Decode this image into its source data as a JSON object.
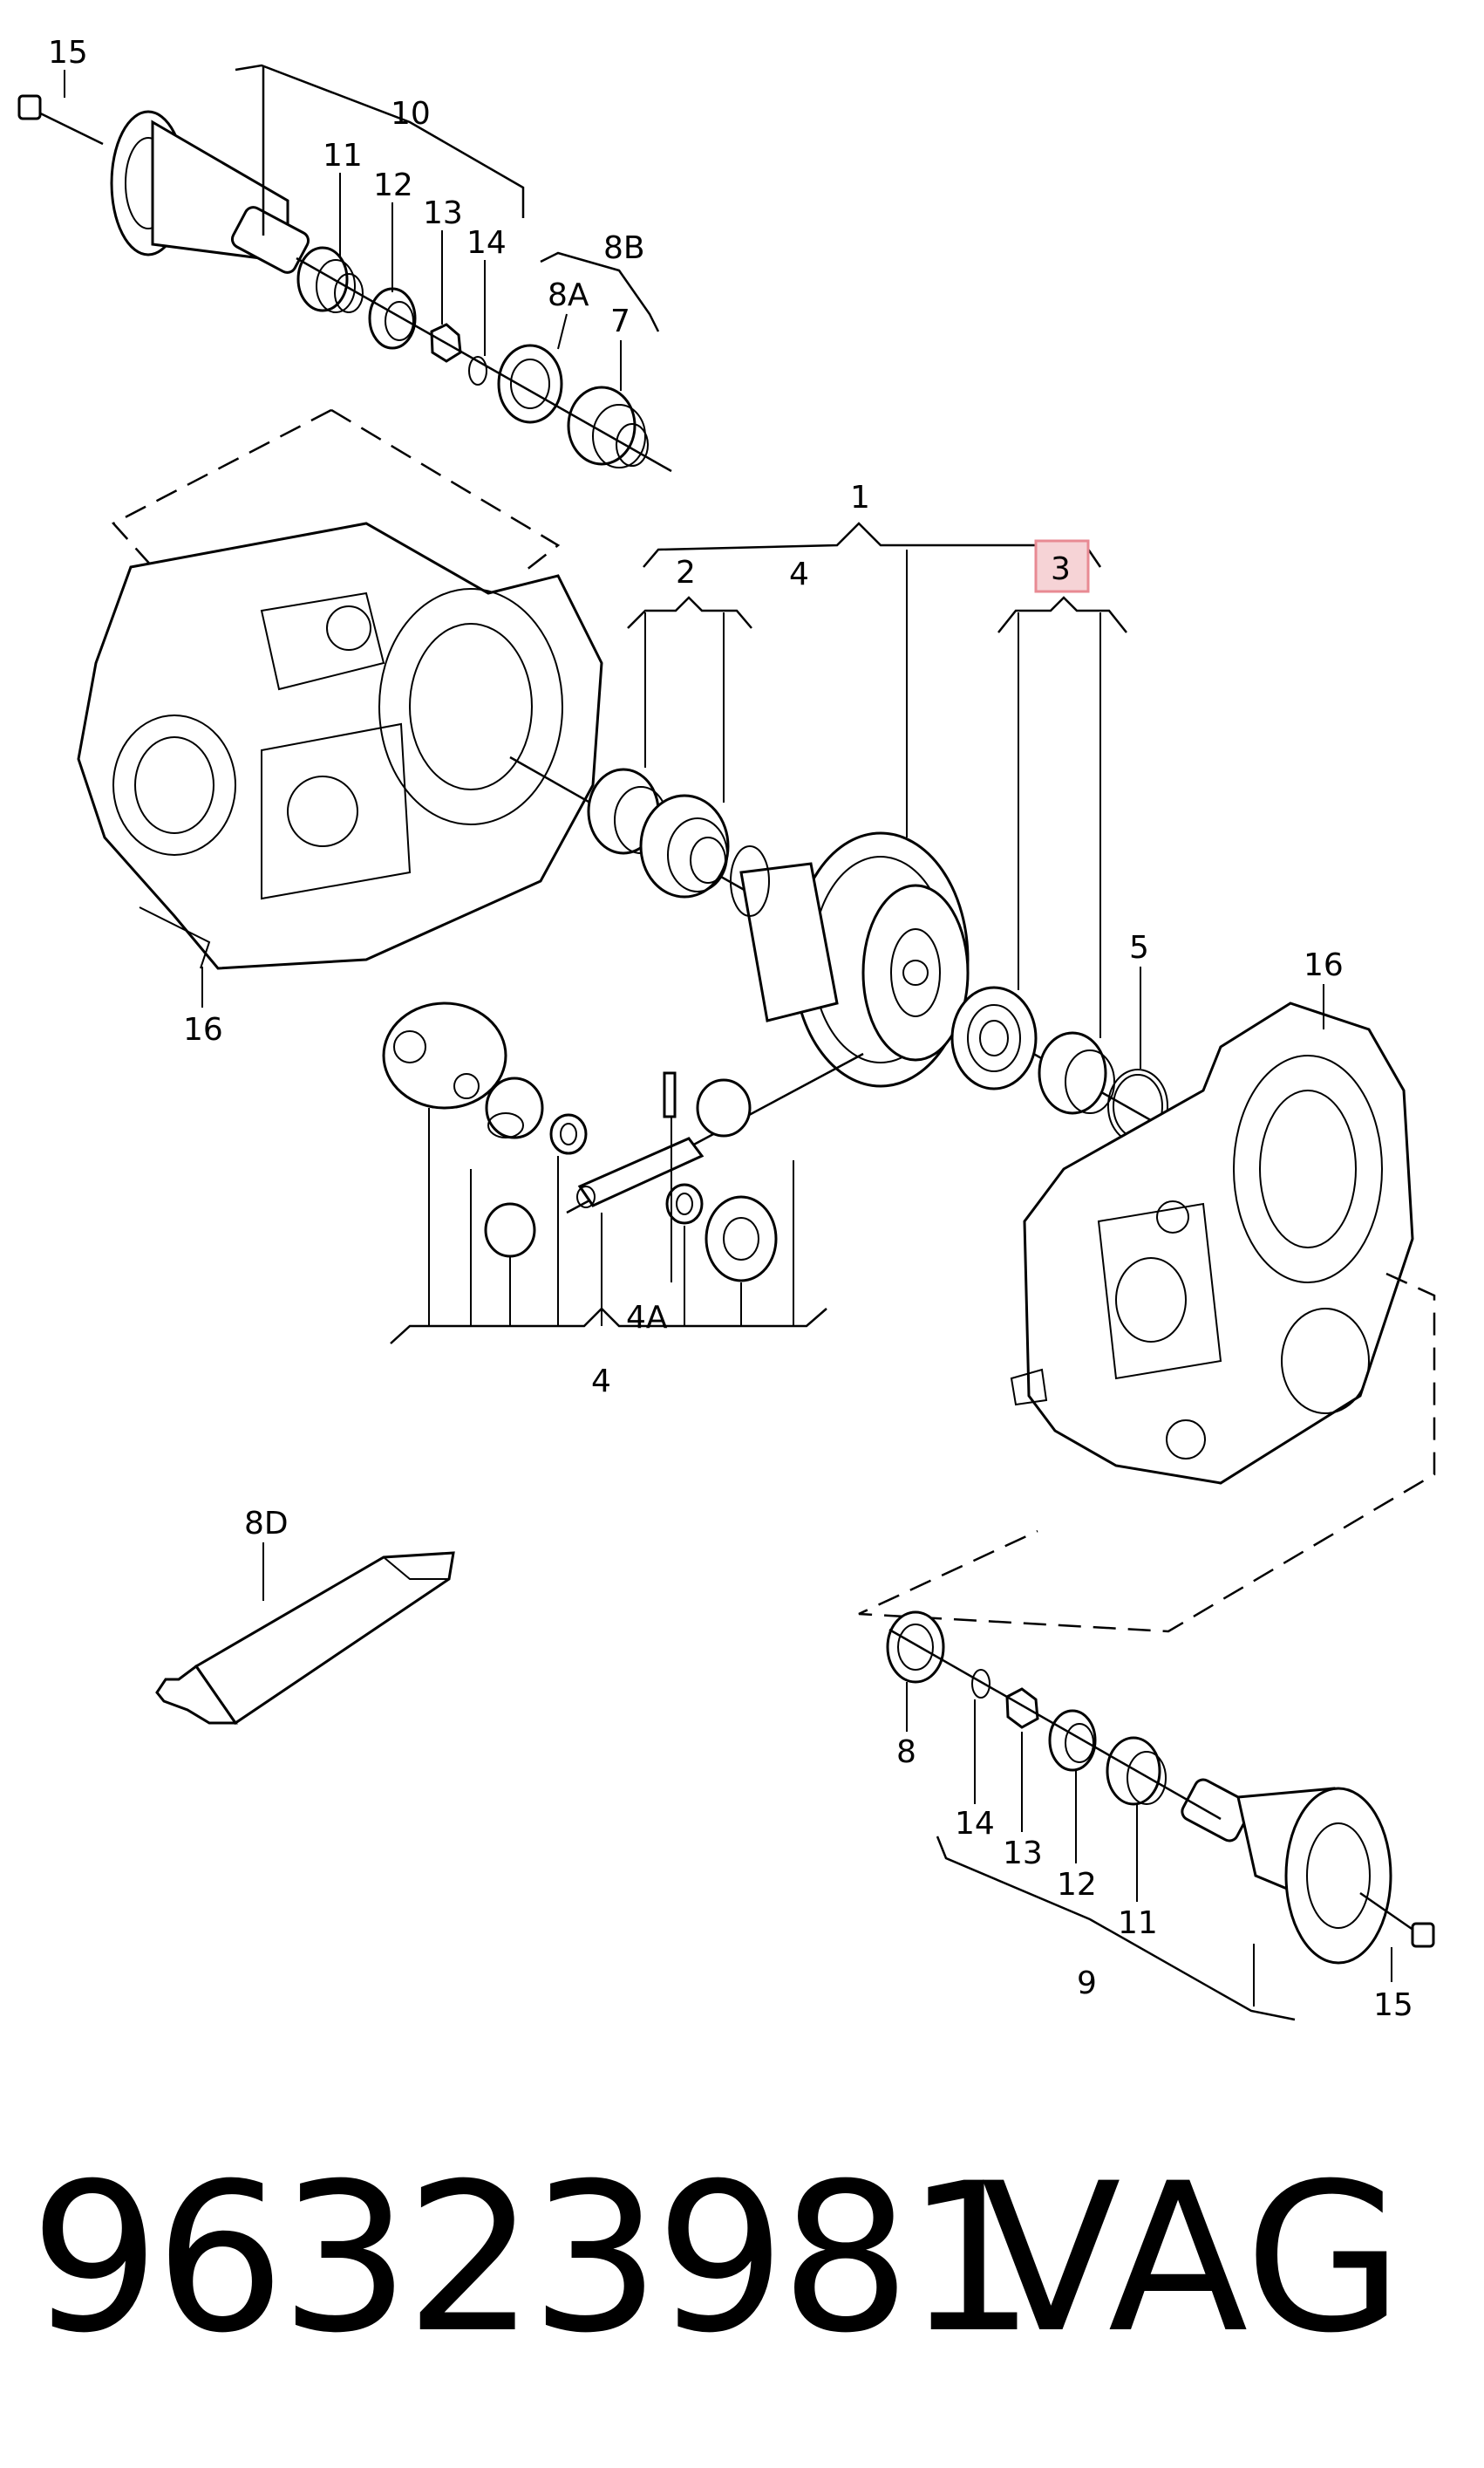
{
  "callouts": {
    "c1": "1",
    "c2": "2",
    "c3": "3",
    "c4_top": "4",
    "c4_bottom": "4",
    "c4A": "4A",
    "c5": "5",
    "c7": "7",
    "c8": "8",
    "c8A": "8A",
    "c8B": "8B",
    "c8D": "8D",
    "c9": "9",
    "c10": "10",
    "c11_top": "11",
    "c11_bottom": "11",
    "c12_top": "12",
    "c12_bottom": "12",
    "c13_top": "13",
    "c13_bottom": "13",
    "c14_top": "14",
    "c14_bottom": "14",
    "c15_top": "15",
    "c15_bottom": "15",
    "c16_left": "16",
    "c16_right": "16"
  },
  "highlight": {
    "label": "3",
    "color": "#e88a93",
    "fill": "#f6d3d6"
  },
  "footer": {
    "part_number": "96323981",
    "brand": "VAG"
  }
}
